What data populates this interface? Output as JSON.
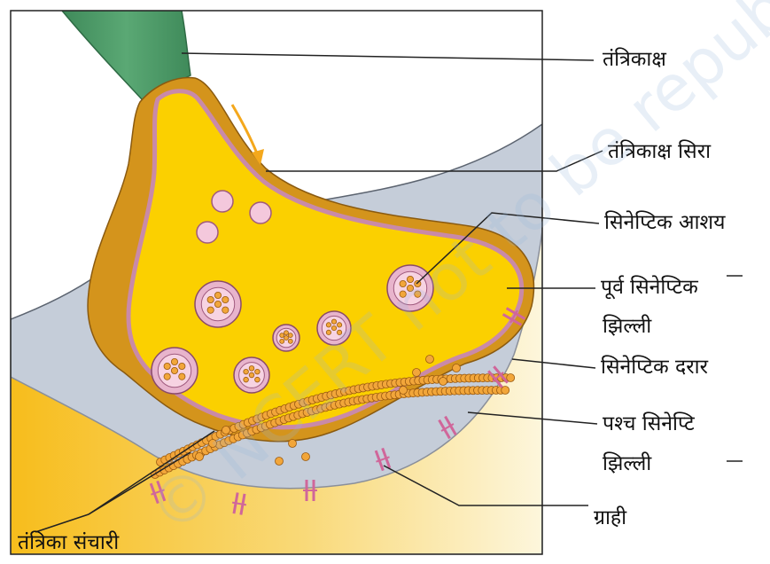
{
  "labels": {
    "axon": "तंत्रिकाक्ष",
    "axon_terminal": "तंत्रिकाक्ष सिरा",
    "synaptic_vesicle": "सिनेप्टिक आशय",
    "presynaptic_membrane_1": "पूर्व सिनेप्टिक",
    "presynaptic_membrane_2": "झिल्ली",
    "synaptic_cleft": "सिनेप्टिक दरार",
    "postsynaptic_membrane_1": "पश्च सिनेप्टि",
    "postsynaptic_membrane_2": "झिल्ली",
    "receptor": "ग्राही",
    "neurotransmitter": "तंत्रिका संचारी"
  },
  "watermark": "© NCERT not to be republished",
  "colors": {
    "axon_green": "#4e9a6a",
    "terminal_yellow": "#fbd000",
    "axon_sheath_orange": "#d4941c",
    "membrane_pink": "#e4a8c4",
    "cleft_grey": "#c5cdd9",
    "postsynaptic_yellow": "#f6c12a",
    "vesicle_orange": "#f2a63a",
    "arrow_orange": "#f4a81c"
  }
}
